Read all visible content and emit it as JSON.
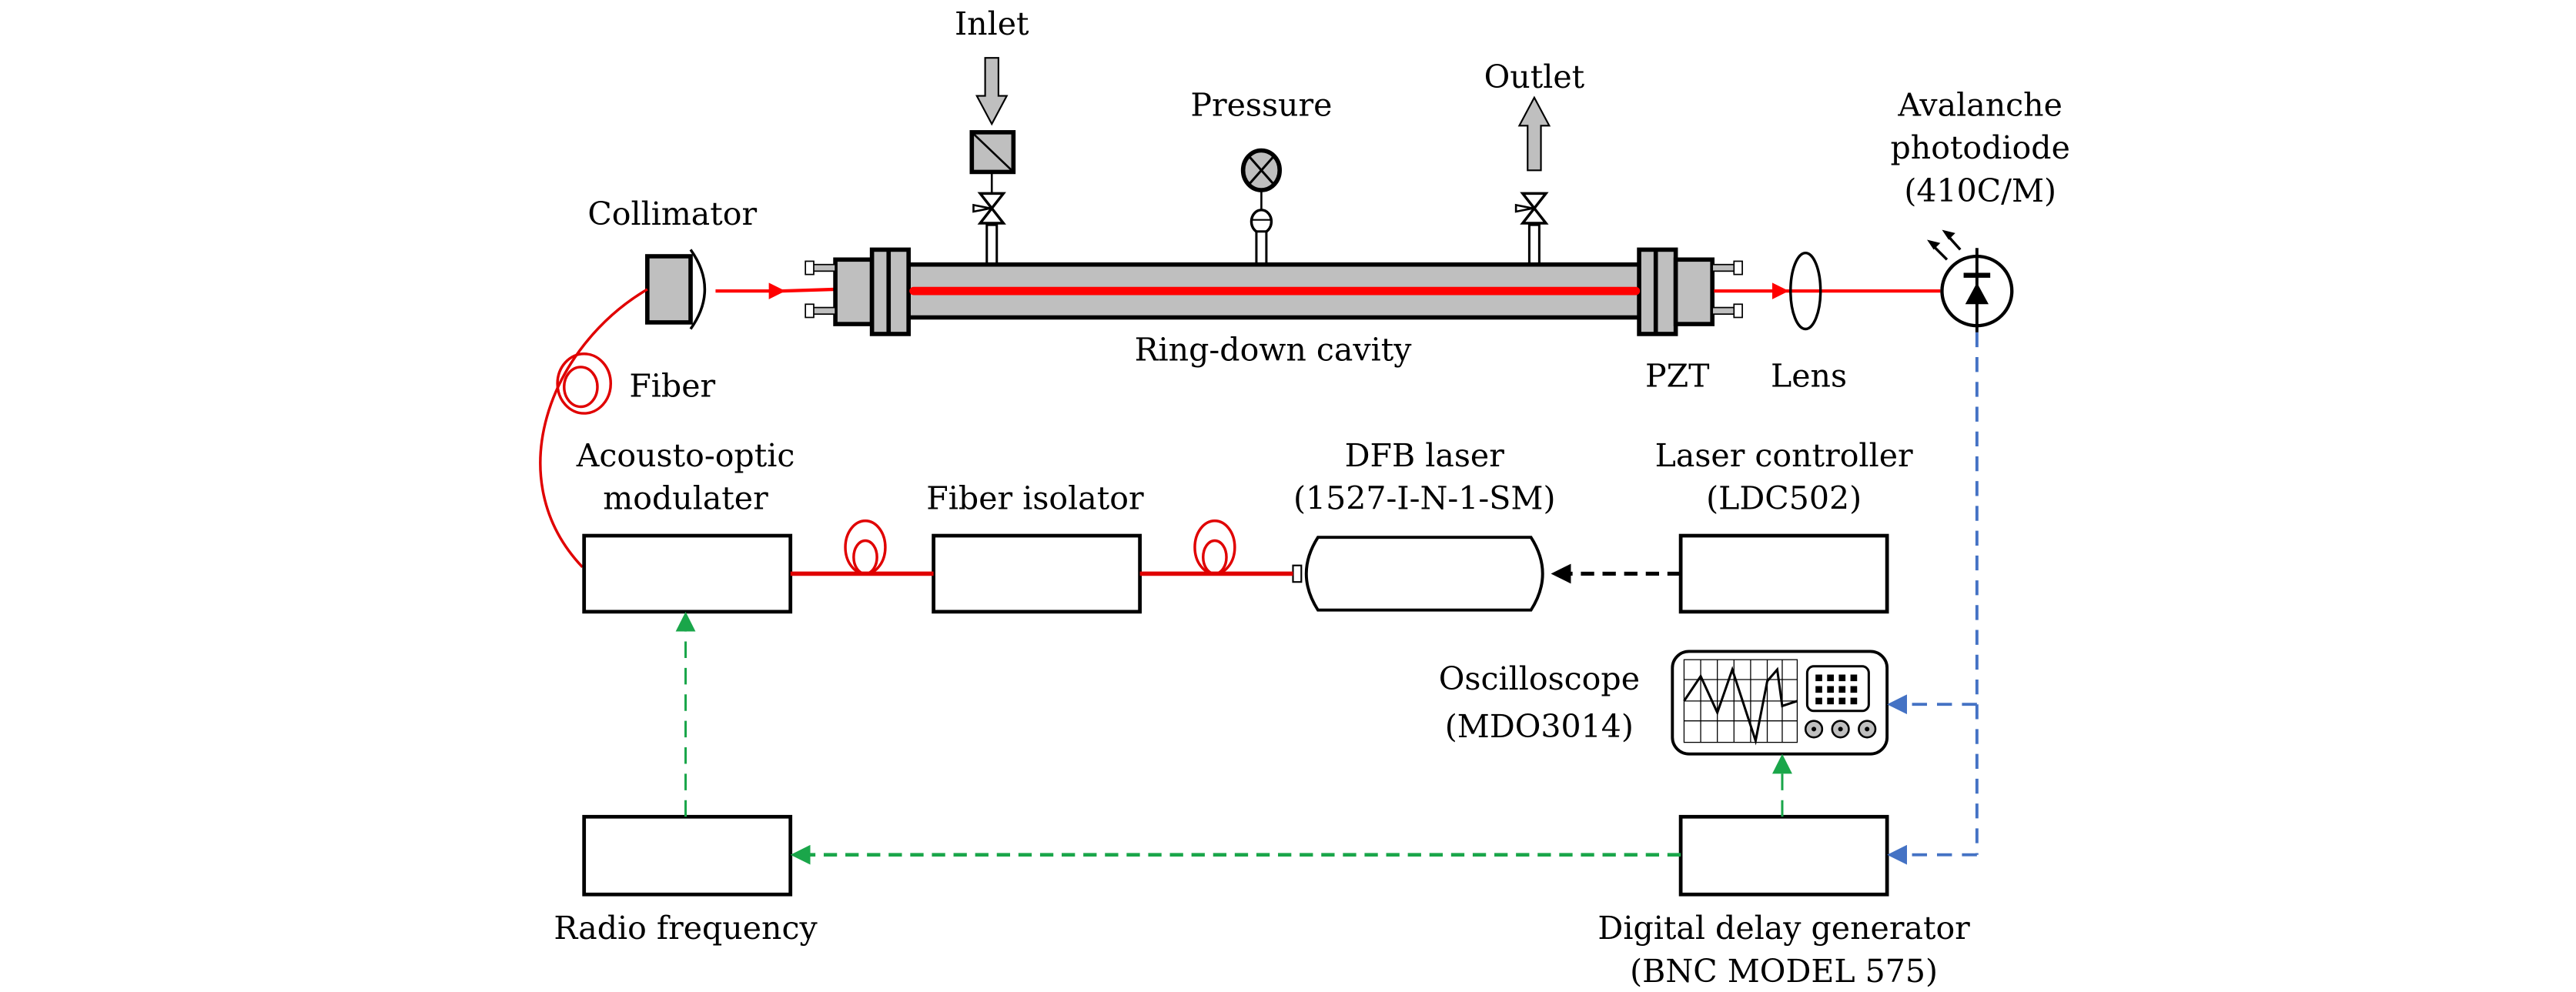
{
  "title": "Cavity ring-down spectroscopy experimental setup",
  "colors": {
    "beam": "#ff0000",
    "fiber": "#e00000",
    "trigger_green": "#1aa64a",
    "signal_blue": "#4472c4",
    "component_gray": "#bfbfbf",
    "outline": "#000000"
  },
  "gas_system": {
    "inlet_label": "Inlet",
    "pressure_label": "Pressure",
    "outlet_label": "Outlet"
  },
  "optics": {
    "collimator_label": "Collimator",
    "fiber_label": "Fiber",
    "cavity_label": "Ring-down cavity",
    "pzt_label": "PZT",
    "lens_label": "Lens",
    "detector_label_lines": [
      "Avalanche",
      "photodiode",
      "(410C/M)"
    ]
  },
  "components": {
    "aom_label_lines": [
      "Acousto-optic",
      "modulater"
    ],
    "isolator_label": "Fiber isolator",
    "laser_label_lines": [
      "DFB laser",
      "(1527-I-N-1-SM)"
    ],
    "controller_label_lines": [
      "Laser controller",
      "(LDC502)"
    ],
    "oscilloscope_label_lines": [
      "Oscilloscope",
      "(MDO3014)"
    ],
    "rf_label": "Radio frequency",
    "delay_label_lines": [
      "Digital delay generator",
      "(BNC MODEL 575)"
    ]
  },
  "connections": [
    {
      "from": "Laser controller",
      "to": "DFB laser",
      "style": "black-dashed"
    },
    {
      "from": "DFB laser",
      "to": "Fiber isolator",
      "style": "fiber"
    },
    {
      "from": "Fiber isolator",
      "to": "Acousto-optic modulater",
      "style": "fiber"
    },
    {
      "from": "Acousto-optic modulater",
      "to": "Collimator",
      "style": "fiber"
    },
    {
      "from": "Collimator",
      "to": "Ring-down cavity",
      "style": "beam"
    },
    {
      "from": "Ring-down cavity",
      "to": "Avalanche photodiode",
      "style": "beam"
    },
    {
      "from": "Avalanche photodiode",
      "to": "Oscilloscope",
      "style": "blue-dashed"
    },
    {
      "from": "Avalanche photodiode",
      "to": "Digital delay generator",
      "style": "blue-dashed"
    },
    {
      "from": "Digital delay generator",
      "to": "Oscilloscope",
      "style": "green-dashed"
    },
    {
      "from": "Digital delay generator",
      "to": "Radio frequency",
      "style": "green-dashed"
    },
    {
      "from": "Radio frequency",
      "to": "Acousto-optic modulater",
      "style": "green-dashed"
    }
  ]
}
